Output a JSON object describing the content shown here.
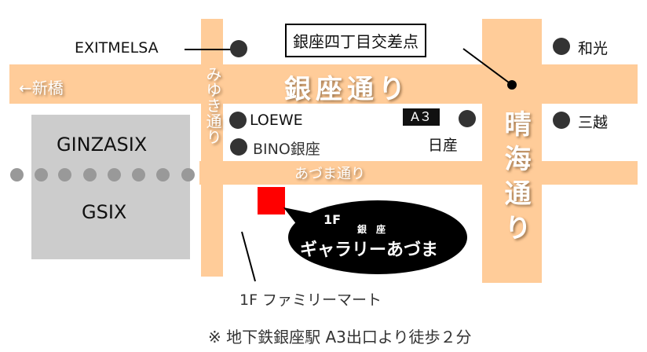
{
  "roads": {
    "ginza_dori": "銀座通り",
    "miyuki_dori": "みゆき通り",
    "azuma_dori": "あづま通り",
    "harumi_dori": "晴海通り",
    "shimbashi": "←新橋"
  },
  "buildings": {
    "ginzasix": "GINZASIX",
    "gsix": "GSIX"
  },
  "landmarks": {
    "exitmelsa": "EXITMELSA",
    "intersection": "銀座四丁目交差点",
    "wako": "和光",
    "mitsukoshi": "三越",
    "loewe": "LOEWE",
    "bino": "BINO銀座",
    "nissan": "日産",
    "exit_a3": "A３",
    "familymart": "1F ファミリーマート"
  },
  "gallery": {
    "floor": "1F",
    "area": "銀　座",
    "name": "ギャラリーあづま"
  },
  "footnote": "※ 地下鉄銀座駅 A3出口より徒歩２分",
  "colors": {
    "road": "#ffcc99",
    "building": "#cccccc",
    "marker": "#ff0000"
  }
}
